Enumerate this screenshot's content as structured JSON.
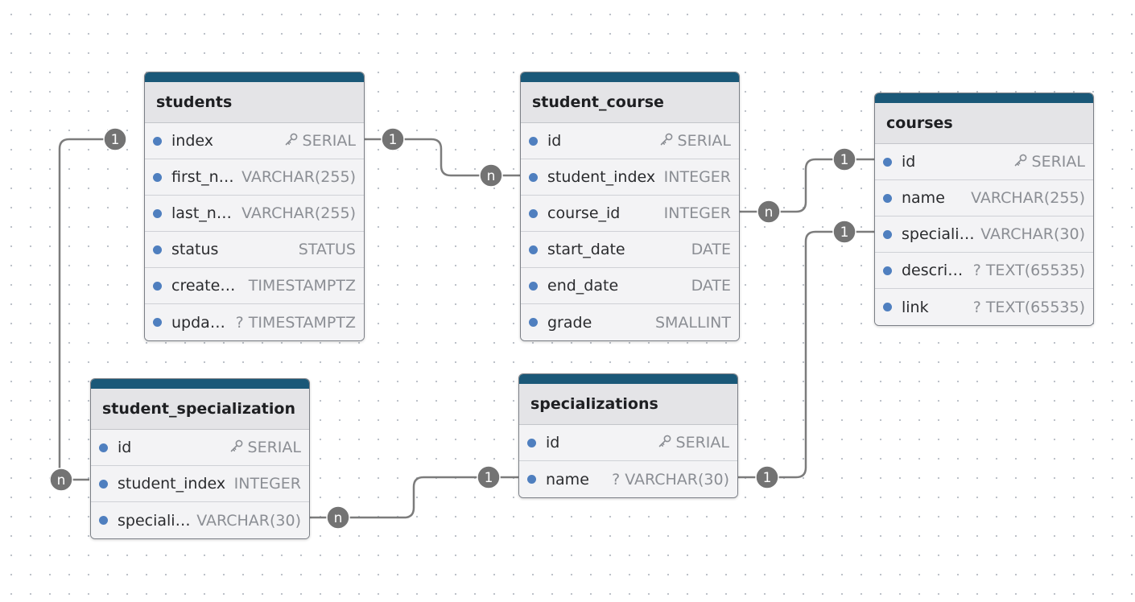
{
  "tables": {
    "students": {
      "name": "students",
      "columns": [
        {
          "name": "index",
          "type": "SERIAL",
          "pk": true
        },
        {
          "name": "first_name",
          "type": "VARCHAR(255)"
        },
        {
          "name": "last_name",
          "type": "VARCHAR(255)"
        },
        {
          "name": "status",
          "type": "STATUS"
        },
        {
          "name": "created_at",
          "type": "TIMESTAMPTZ"
        },
        {
          "name": "update...",
          "type": "? TIMESTAMPTZ"
        }
      ]
    },
    "student_course": {
      "name": "student_course",
      "columns": [
        {
          "name": "id",
          "type": "SERIAL",
          "pk": true
        },
        {
          "name": "student_index",
          "type": "INTEGER"
        },
        {
          "name": "course_id",
          "type": "INTEGER"
        },
        {
          "name": "start_date",
          "type": "DATE"
        },
        {
          "name": "end_date",
          "type": "DATE"
        },
        {
          "name": "grade",
          "type": "SMALLINT"
        }
      ]
    },
    "courses": {
      "name": "courses",
      "columns": [
        {
          "name": "id",
          "type": "SERIAL",
          "pk": true
        },
        {
          "name": "name",
          "type": "VARCHAR(255)"
        },
        {
          "name": "specializa...",
          "type": "VARCHAR(30)"
        },
        {
          "name": "description",
          "type": "? TEXT(65535)"
        },
        {
          "name": "link",
          "type": "? TEXT(65535)"
        }
      ]
    },
    "student_specialization": {
      "name": "student_specialization",
      "columns": [
        {
          "name": "id",
          "type": "SERIAL",
          "pk": true
        },
        {
          "name": "student_index",
          "type": "INTEGER"
        },
        {
          "name": "specializa...",
          "type": "VARCHAR(30)"
        }
      ]
    },
    "specializations": {
      "name": "specializations",
      "columns": [
        {
          "name": "id",
          "type": "SERIAL",
          "pk": true
        },
        {
          "name": "name",
          "type": "? VARCHAR(30)"
        }
      ]
    }
  },
  "relationships": [
    {
      "from_table": "students",
      "from_column": "index",
      "from_card": "1",
      "to_table": "student_course",
      "to_column": "student_index",
      "to_card": "n"
    },
    {
      "from_table": "courses",
      "from_column": "id",
      "from_card": "1",
      "to_table": "student_course",
      "to_column": "course_id",
      "to_card": "n"
    },
    {
      "from_table": "students",
      "from_column": "index",
      "from_card": "1",
      "to_table": "student_specialization",
      "to_column": "student_index",
      "to_card": "n"
    },
    {
      "from_table": "specializations",
      "from_column": "name",
      "from_card": "1",
      "to_table": "student_specialization",
      "to_column": "specializa...",
      "to_card": "n"
    },
    {
      "from_table": "specializations",
      "from_column": "name",
      "from_card": "1",
      "to_table": "courses",
      "to_column": "specializa...",
      "to_card": "1"
    }
  ],
  "colors": {
    "header_bar": "#1a5878",
    "column_dot": "#4f7fbf",
    "edge": "#7c7c7c",
    "badge_fill": "#737373",
    "badge_text": "#ffffff"
  },
  "icons": {
    "primary_key": "key-icon"
  }
}
